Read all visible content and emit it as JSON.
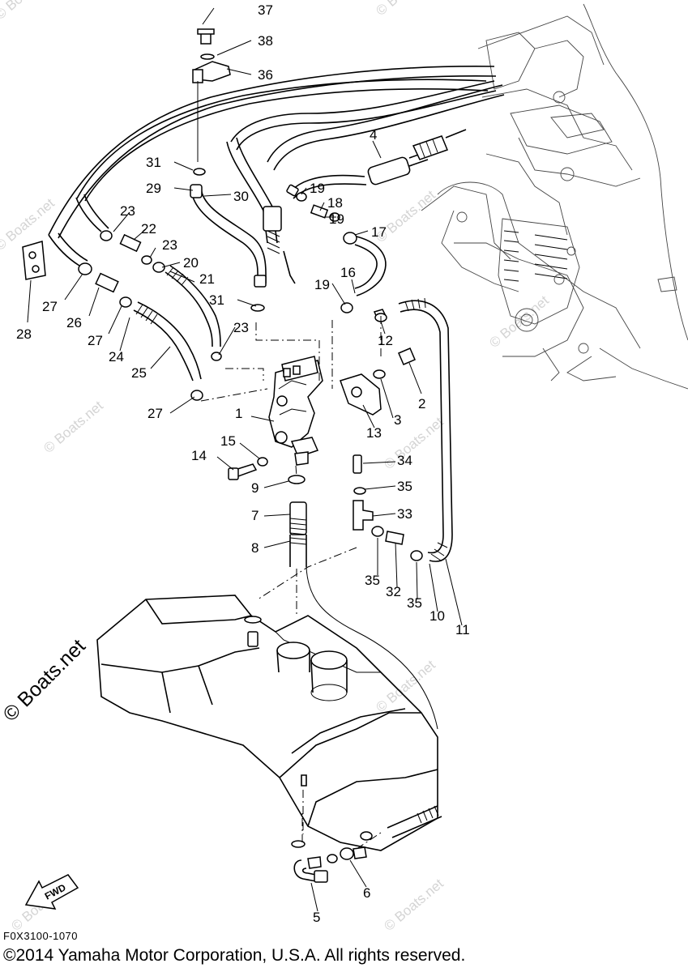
{
  "diagram": {
    "code": "F0X3100-1070",
    "copyright": "©2014 Yamaha Motor Corporation, U.S.A. All rights reserved.",
    "fwd_label": "FWD",
    "watermarks": [
      "© Boats.net",
      "© Boats.net",
      "© Boats.net",
      "© Boats.net",
      "© Boats.net",
      "© Boats.net",
      "© Boats.net",
      "© Boats.net",
      "© Boats.net",
      "© Boats.net"
    ],
    "main_watermark": "© Boats.net"
  },
  "callouts": {
    "c1": "1",
    "c2": "2",
    "c3": "3",
    "c4": "4",
    "c5": "5",
    "c6": "6",
    "c7": "7",
    "c8": "8",
    "c9": "9",
    "c10": "10",
    "c11": "11",
    "c12": "12",
    "c13": "13",
    "c14": "14",
    "c15": "15",
    "c16": "16",
    "c17": "17",
    "c18": "18",
    "c19a": "19",
    "c19b": "19",
    "c19c": "19",
    "c20": "20",
    "c21": "21",
    "c22": "22",
    "c23a": "23",
    "c23b": "23",
    "c23c": "23",
    "c24": "24",
    "c25": "25",
    "c26": "26",
    "c27a": "27",
    "c27b": "27",
    "c27c": "27",
    "c28": "28",
    "c29": "29",
    "c30": "30",
    "c31a": "31",
    "c31b": "31",
    "c32": "32",
    "c33": "33",
    "c34": "34",
    "c35a": "35",
    "c35b": "35",
    "c35c": "35",
    "c36": "36",
    "c37": "37",
    "c38": "38"
  }
}
